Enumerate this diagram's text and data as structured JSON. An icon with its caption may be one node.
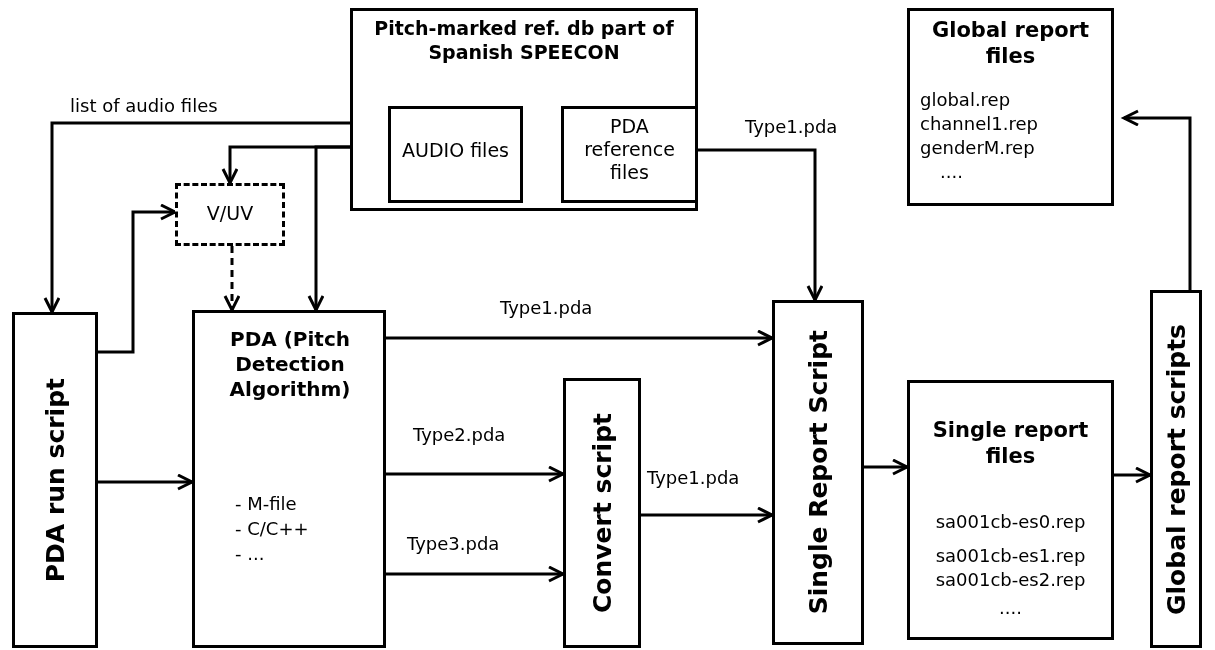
{
  "diagram": {
    "nodes": [
      {
        "text": [
          "Pitch-marked ref. db part of Spanish SPEECON"
        ]
      },
      {
        "text": [
          "AUDIO files"
        ],
        "in": 0
      },
      {
        "text": [
          "PDA reference files"
        ],
        "in": 0
      },
      {
        "text": [
          "V/UV"
        ]
      },
      {
        "text": [
          "PDA run script"
        ]
      },
      {
        "text": [
          "PDA (Pitch Detection Algorithm)",
          "- M-file",
          "- C/C++",
          "- ..."
        ]
      },
      {
        "text": [
          "Convert script"
        ]
      },
      {
        "text": [
          "Single Report Script"
        ]
      },
      {
        "text": [
          "Single report files",
          "sa001cb-es0.rep",
          "sa001cb-es1.rep",
          "sa001cb-es2.rep",
          "...."
        ]
      },
      {
        "text": [
          "Global report scripts"
        ]
      },
      {
        "text": [
          "Global report files",
          "global.rep",
          "channel1.rep",
          "genderM.rep",
          "...."
        ]
      }
    ],
    "edges": [
      {
        "from": 1,
        "to": 4,
        "arrow": "to",
        "label": "list of audio files"
      },
      {
        "from": 1,
        "to": 3,
        "arrow": "to"
      },
      {
        "from": 1,
        "to": 5,
        "arrow": "to"
      },
      {
        "from": 4,
        "to": 3,
        "arrow": "to"
      },
      {
        "from": 3,
        "to": 5,
        "arrow": "to",
        "style": "dashed"
      },
      {
        "from": 4,
        "to": 5,
        "arrow": "to"
      },
      {
        "from": 2,
        "to": 7,
        "arrow": "to",
        "label": "Type1.pda"
      },
      {
        "from": 5,
        "to": 7,
        "arrow": "to",
        "label": "Type1.pda"
      },
      {
        "from": 5,
        "to": 6,
        "arrow": "to",
        "label": "Type2.pda"
      },
      {
        "from": 5,
        "to": 6,
        "arrow": "to",
        "label": "Type3.pda"
      },
      {
        "from": 6,
        "to": 7,
        "arrow": "to",
        "label": "Type1.pda"
      },
      {
        "from": 7,
        "to": 8,
        "arrow": "to"
      },
      {
        "from": 8,
        "to": 9,
        "arrow": "to"
      },
      {
        "from": 9,
        "to": 10,
        "arrow": "to"
      }
    ]
  }
}
